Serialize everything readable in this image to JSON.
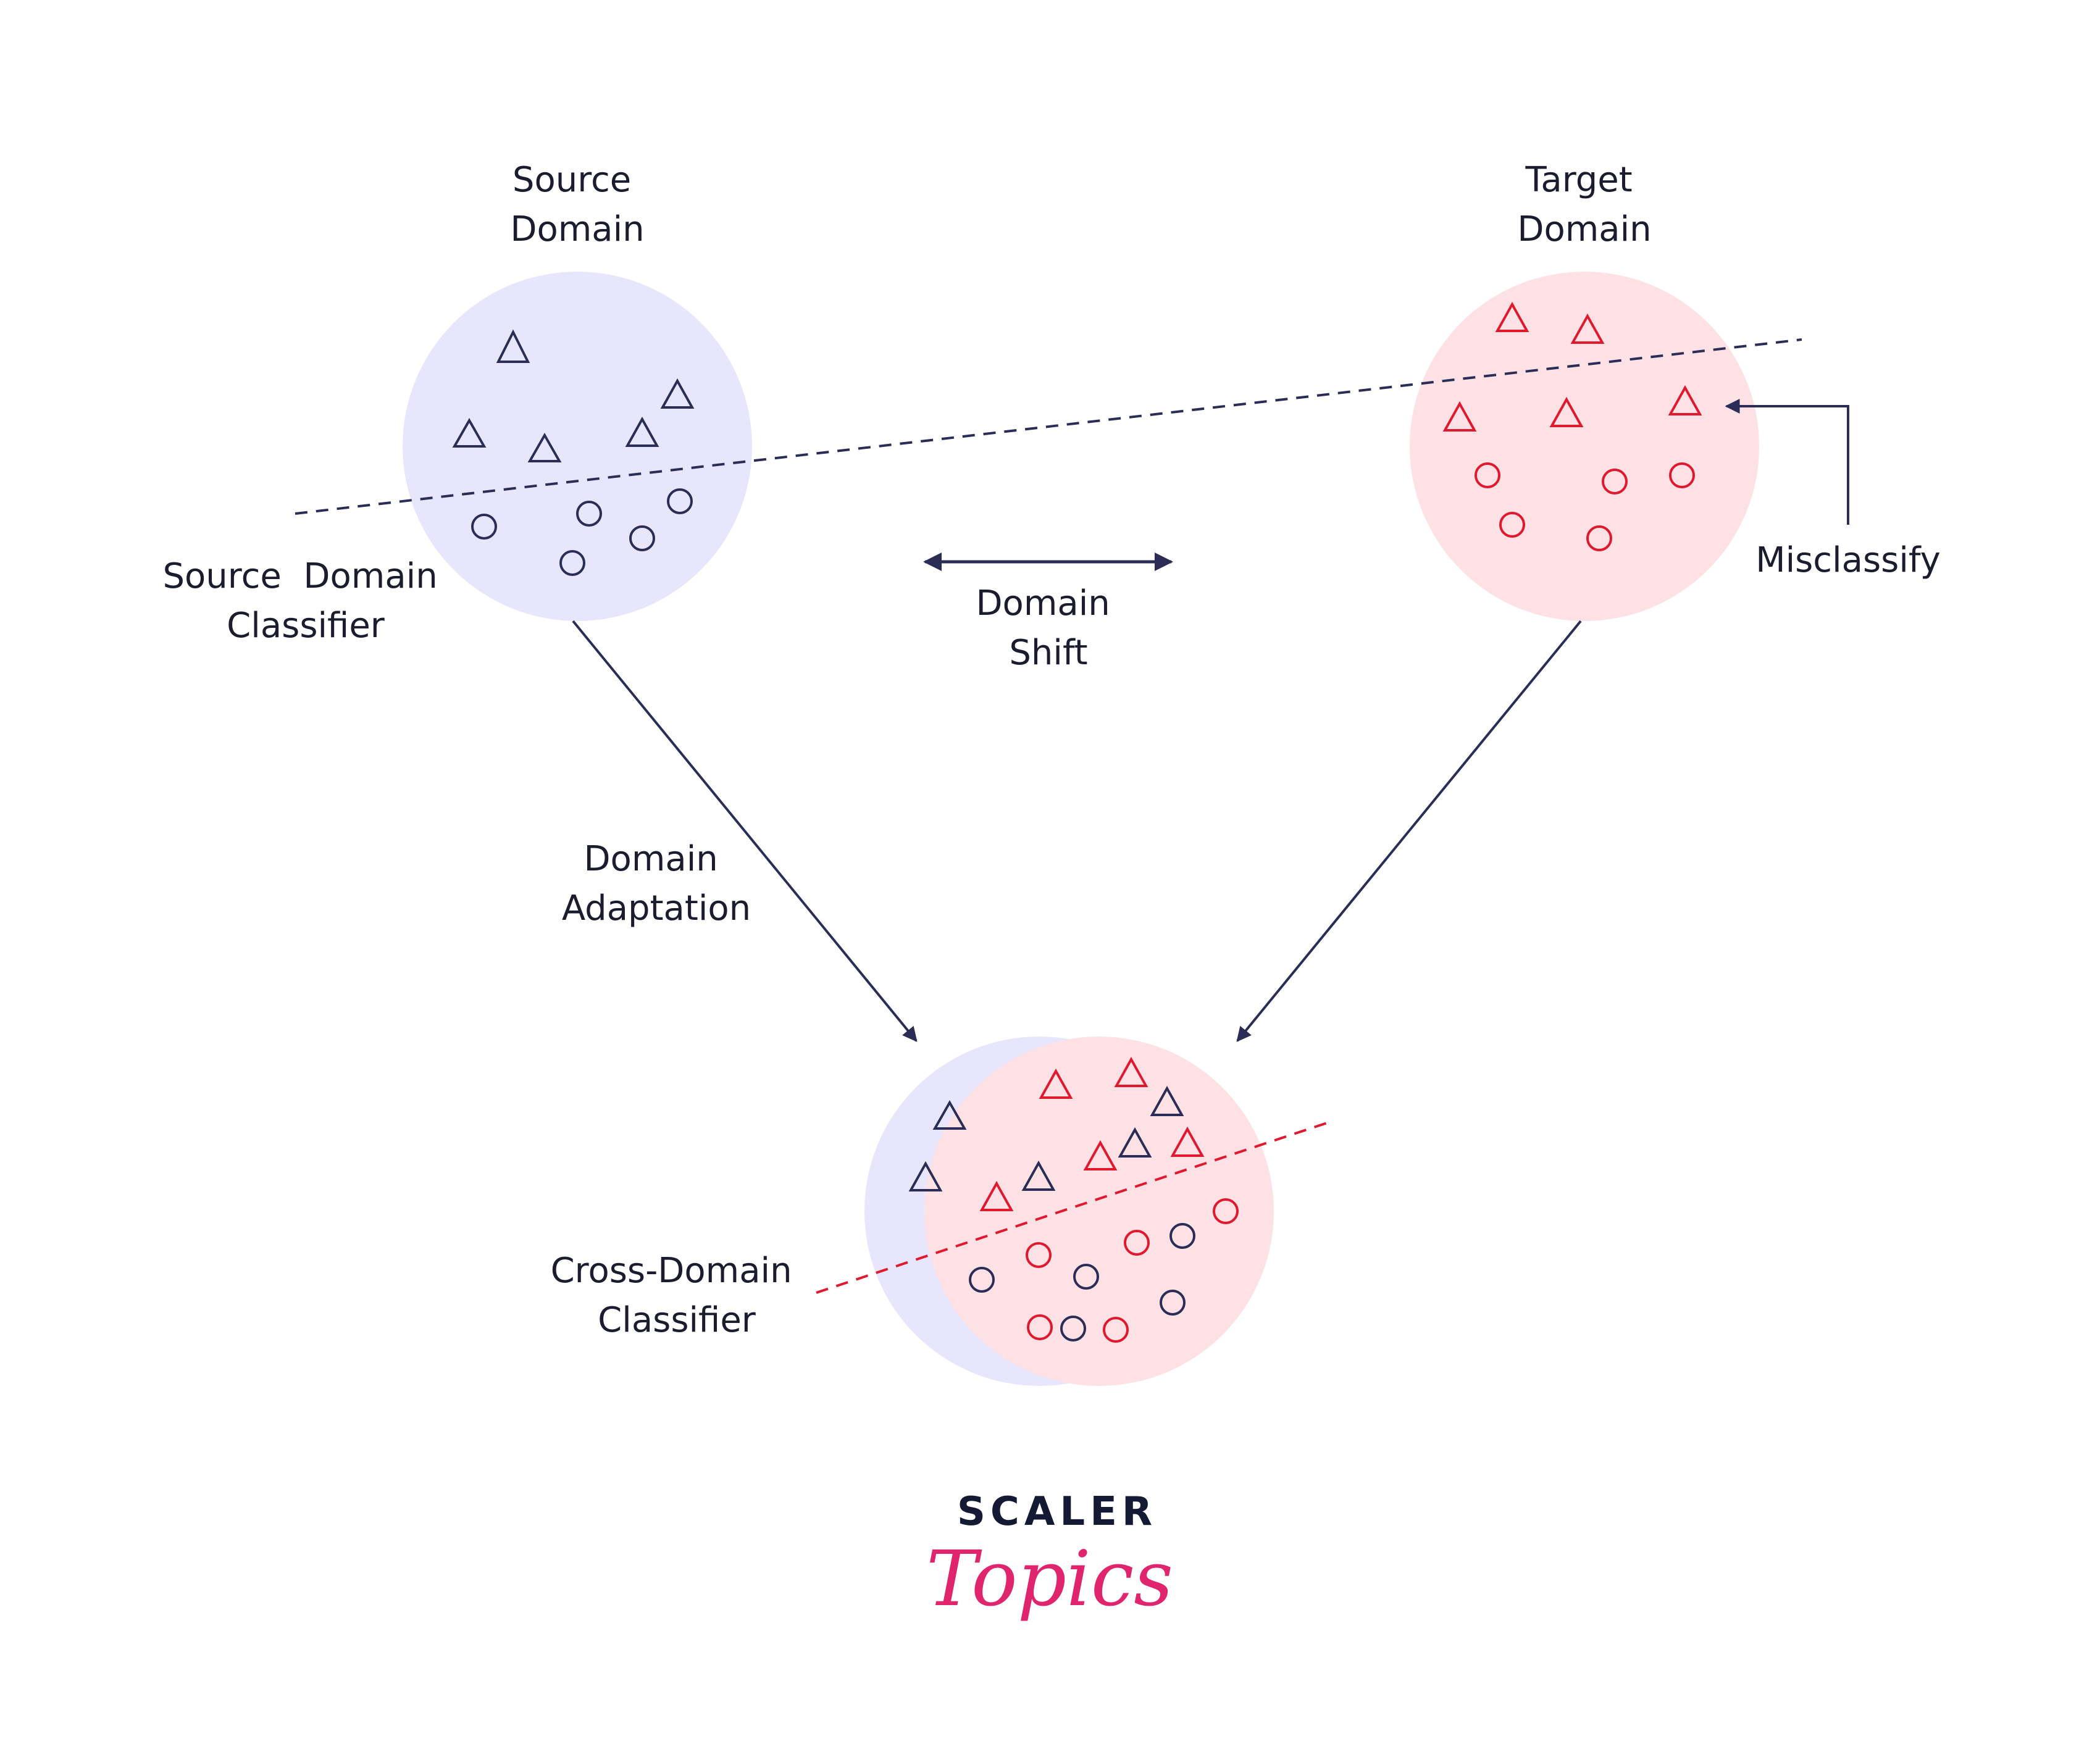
{
  "colors": {
    "navy": "#2b2d57",
    "red": "#e0192e",
    "source_fill": "#e7e6fc",
    "target_fill": "#fde1e5",
    "brand_pink": "#e0246d"
  },
  "labels": {
    "source_domain": [
      "Source",
      "Domain"
    ],
    "target_domain": [
      "Target",
      "Domain"
    ],
    "source_classifier": [
      "Source  Domain",
      "Classifier"
    ],
    "domain_shift": [
      "Domain",
      "Shift"
    ],
    "misclassify": "Misclassify",
    "domain_adaptation": [
      "Domain",
      "Adaptation"
    ],
    "cross_domain_classifier": [
      "Cross-Domain",
      "Classifier"
    ]
  },
  "logo": {
    "line1": "SCALER",
    "line2": "Topics"
  }
}
